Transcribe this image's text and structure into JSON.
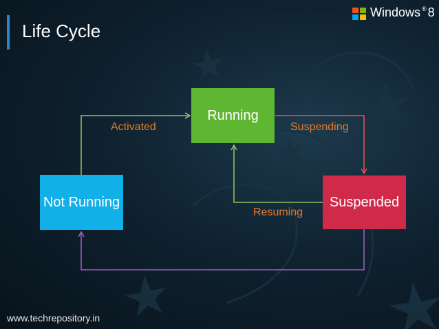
{
  "slide": {
    "title": "Life Cycle",
    "footer_text": "www.techrepository.in",
    "logo": {
      "text": "Windows",
      "version": "8",
      "icon": "windows-flag-icon"
    }
  },
  "diagram": {
    "nodes": {
      "running": {
        "label": "Running",
        "color": "#5fb633"
      },
      "not_running": {
        "label": "Not Running",
        "color": "#11b0e8"
      },
      "suspended": {
        "label": "Suspended",
        "color": "#cf2a4a"
      }
    },
    "transitions": {
      "activated": {
        "label": "Activated",
        "from": "Not Running",
        "to": "Running",
        "color": "#8dbf5a"
      },
      "suspending": {
        "label": "Suspending",
        "from": "Running",
        "to": "Suspended",
        "color": "#e0524a"
      },
      "resuming": {
        "label": "Resuming",
        "from": "Suspended",
        "to": "Running",
        "color": "#8dbf5a"
      },
      "terminated": {
        "label": "",
        "from": "Suspended",
        "to": "Not Running",
        "color": "#9a5fb8"
      }
    }
  },
  "colors": {
    "background": "#0f2230",
    "title_accent": "#2f86c7",
    "transition_label": "#e87a2a"
  }
}
